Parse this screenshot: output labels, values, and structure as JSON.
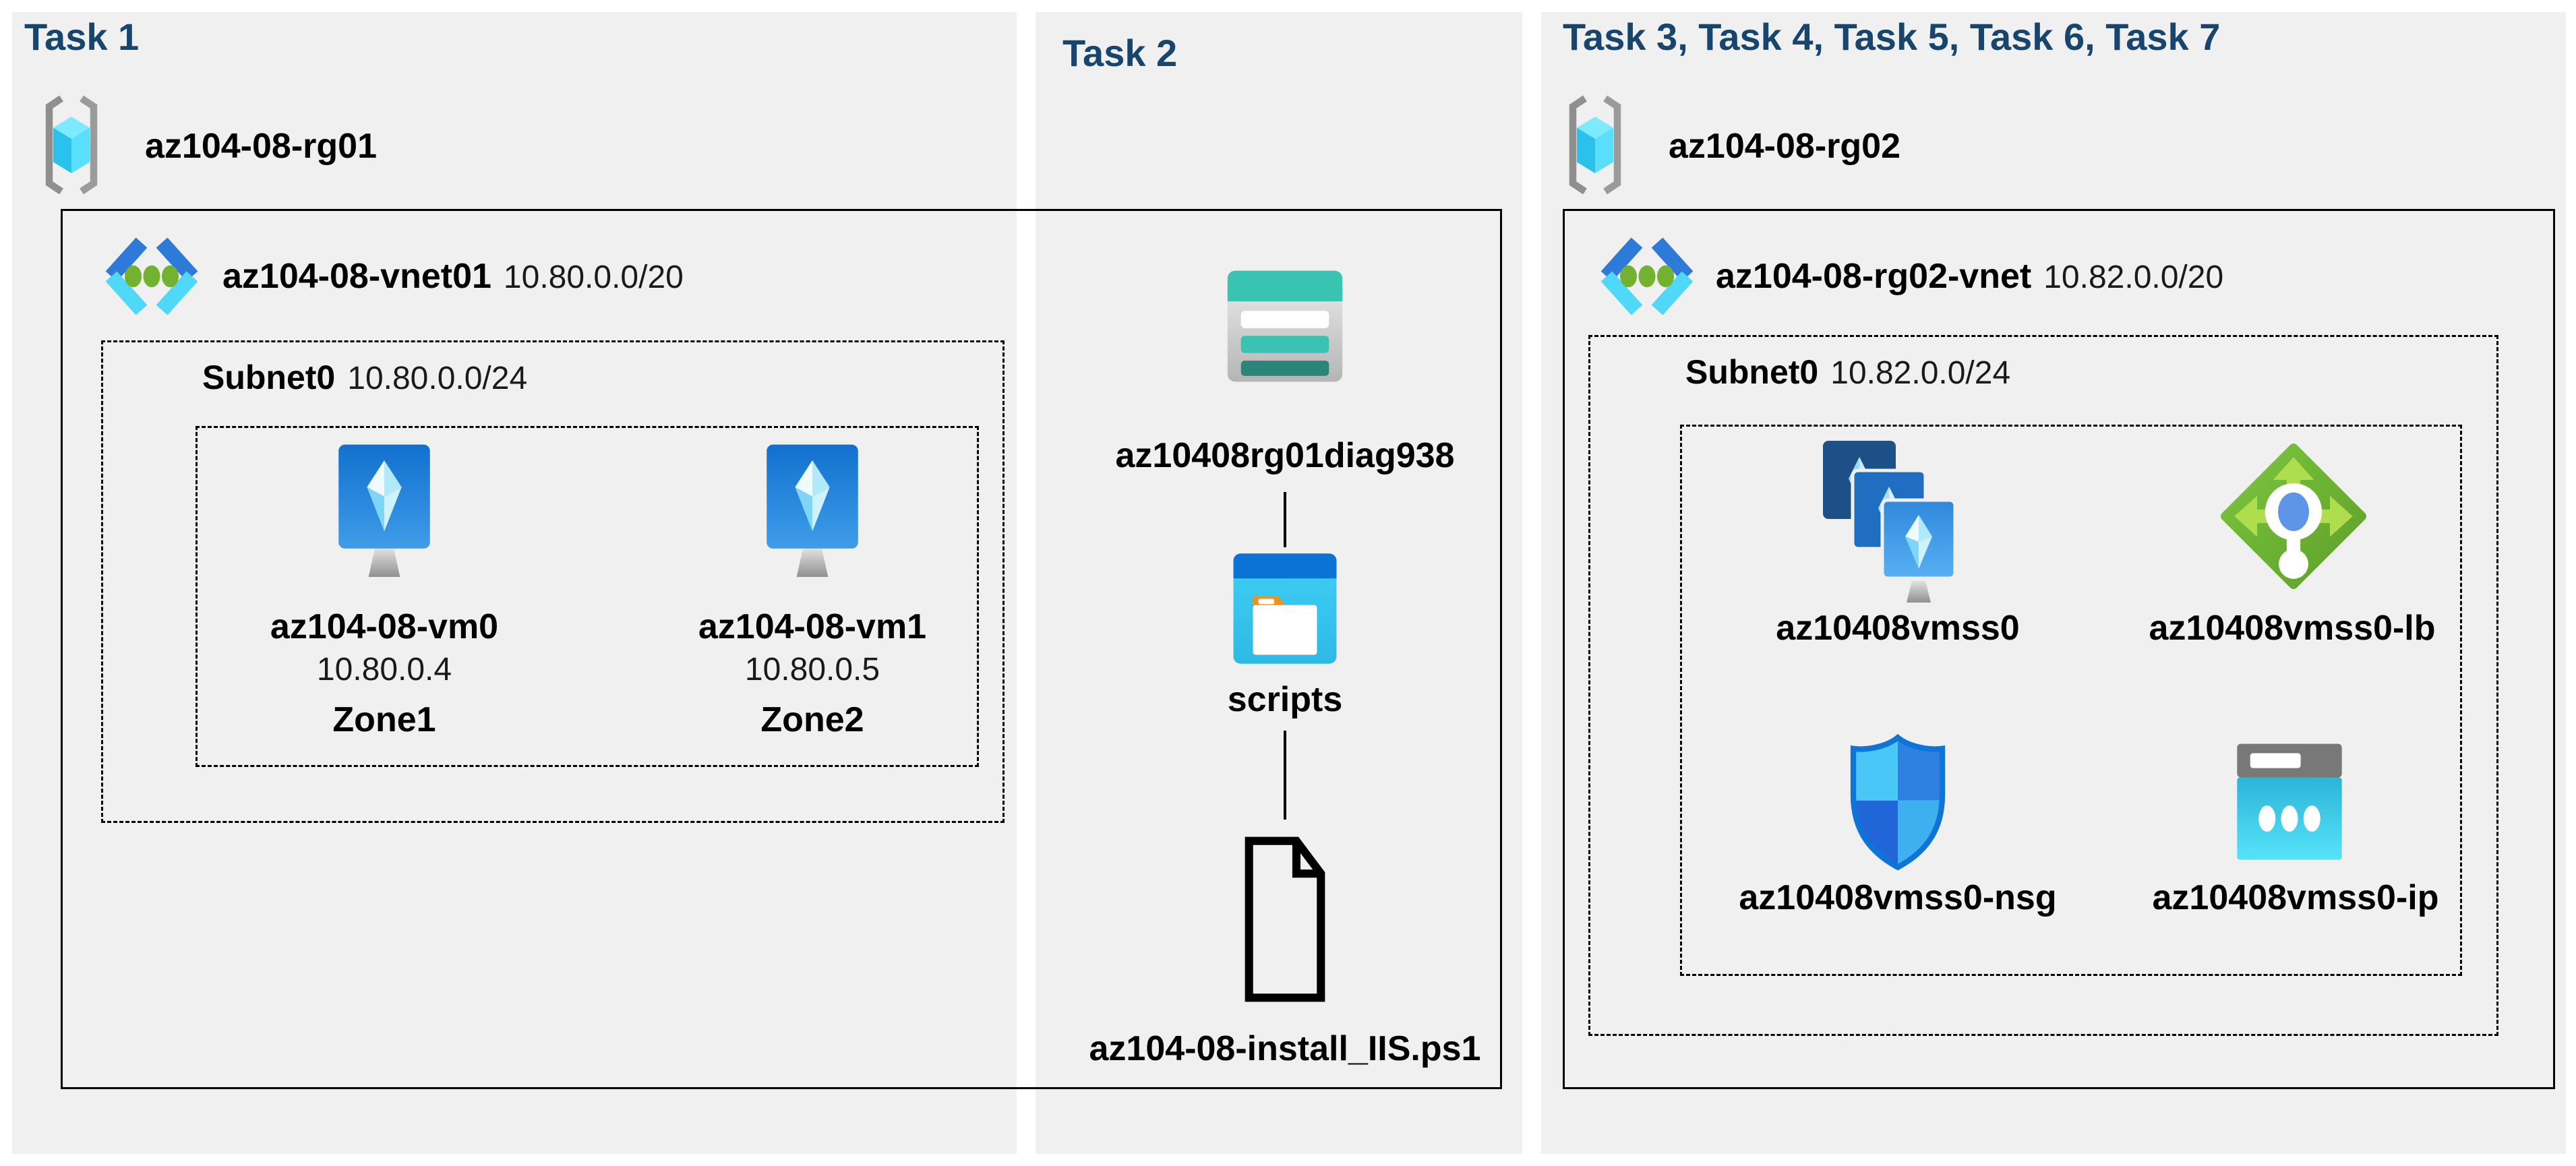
{
  "colors": {
    "panel_bg": "#f0f0f0",
    "title_navy": "#17456e",
    "outline_black": "#000000",
    "azure_blue": "#0078d4",
    "cyan": "#50e6ff",
    "teal": "#39c3b1",
    "green": "#6fb82c"
  },
  "task1": {
    "title": "Task 1",
    "resource_group": "az104-08-rg01",
    "vnet": {
      "name": "az104-08-vnet01",
      "cidr": "10.80.0.0/20"
    },
    "subnet": {
      "name": "Subnet0",
      "cidr": "10.80.0.0/24"
    },
    "vms": [
      {
        "name": "az104-08-vm0",
        "ip": "10.80.0.4",
        "zone": "Zone1"
      },
      {
        "name": "az104-08-vm1",
        "ip": "10.80.0.5",
        "zone": "Zone2"
      }
    ]
  },
  "task2": {
    "title": "Task 2",
    "storage_account": "az10408rg01diag938",
    "container": "scripts",
    "file": "az104-08-install_IIS.ps1"
  },
  "task3": {
    "title": "Task 3, Task 4, Task 5, Task 6, Task 7",
    "resource_group": "az104-08-rg02",
    "vnet": {
      "name": "az104-08-rg02-vnet",
      "cidr": "10.82.0.0/20"
    },
    "subnet": {
      "name": "Subnet0",
      "cidr": "10.82.0.0/24"
    },
    "resources": [
      {
        "name": "az10408vmss0",
        "type": "vm-scale-set"
      },
      {
        "name": "az10408vmss0-lb",
        "type": "load-balancer"
      },
      {
        "name": "az10408vmss0-nsg",
        "type": "network-security-group"
      },
      {
        "name": "az10408vmss0-ip",
        "type": "public-ip"
      }
    ]
  }
}
